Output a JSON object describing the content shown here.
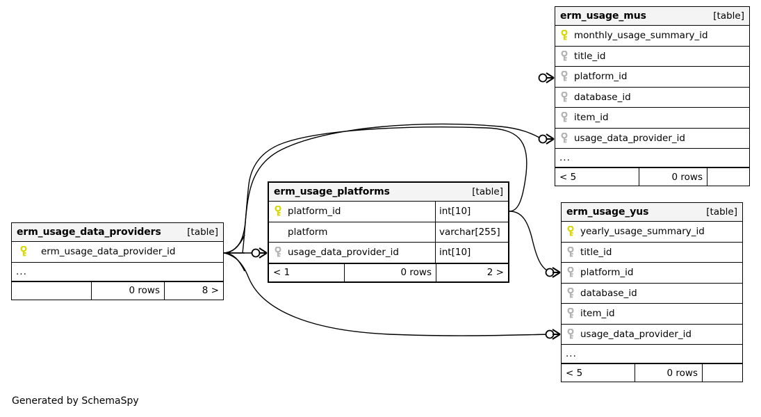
{
  "diagram": {
    "credit": "Generated by SchemaSpy",
    "table_type_label": "[table]",
    "ellipsis": "...",
    "colors": {
      "primary_key": "#e8e800",
      "foreign_key": "#b3b3b3",
      "header_bg": "#f4f4f4",
      "border": "#000000",
      "background": "#ffffff"
    }
  },
  "tables": [
    {
      "name": "erm_usage_mus",
      "type": "[table]",
      "columns": [
        {
          "name": "monthly_usage_summary_id",
          "key": "primary",
          "type": ""
        },
        {
          "name": "title_id",
          "key": "foreign",
          "type": ""
        },
        {
          "name": "platform_id",
          "key": "foreign",
          "type": ""
        },
        {
          "name": "database_id",
          "key": "foreign",
          "type": ""
        },
        {
          "name": "item_id",
          "key": "foreign",
          "type": ""
        },
        {
          "name": "usage_data_provider_id",
          "key": "foreign",
          "type": ""
        }
      ],
      "more_indicator": "...",
      "footer": {
        "left": "< 5",
        "middle": "0 rows",
        "right": ""
      }
    },
    {
      "name": "erm_usage_yus",
      "type": "[table]",
      "columns": [
        {
          "name": "yearly_usage_summary_id",
          "key": "primary",
          "type": ""
        },
        {
          "name": "title_id",
          "key": "foreign",
          "type": ""
        },
        {
          "name": "platform_id",
          "key": "foreign",
          "type": ""
        },
        {
          "name": "database_id",
          "key": "foreign",
          "type": ""
        },
        {
          "name": "item_id",
          "key": "foreign",
          "type": ""
        },
        {
          "name": "usage_data_provider_id",
          "key": "foreign",
          "type": ""
        }
      ],
      "more_indicator": "...",
      "footer": {
        "left": "< 5",
        "middle": "0 rows",
        "right": ""
      }
    },
    {
      "name": "erm_usage_platforms",
      "type": "[table]",
      "columns": [
        {
          "name": "platform_id",
          "key": "primary",
          "type": "int[10]"
        },
        {
          "name": "platform",
          "key": "none",
          "type": "varchar[255]"
        },
        {
          "name": "usage_data_provider_id",
          "key": "foreign",
          "type": "int[10]"
        }
      ],
      "more_indicator": "",
      "footer": {
        "left": "< 1",
        "middle": "0 rows",
        "right": "2 >"
      }
    },
    {
      "name": "erm_usage_data_providers",
      "type": "[table]",
      "columns": [
        {
          "name": "erm_usage_data_provider_id",
          "key": "primary",
          "type": ""
        }
      ],
      "more_indicator": "...",
      "footer": {
        "left": "",
        "middle": "0 rows",
        "right": "8 >"
      }
    }
  ],
  "relationships": [
    {
      "from": "erm_usage_platforms.platform_id",
      "to": "erm_usage_mus.platform_id"
    },
    {
      "from": "erm_usage_platforms.platform_id",
      "to": "erm_usage_yus.platform_id"
    },
    {
      "from": "erm_usage_data_providers.erm_usage_data_provider_id",
      "to": "erm_usage_platforms.usage_data_provider_id"
    },
    {
      "from": "erm_usage_data_providers.erm_usage_data_provider_id",
      "to": "erm_usage_mus.usage_data_provider_id"
    },
    {
      "from": "erm_usage_data_providers.erm_usage_data_provider_id",
      "to": "erm_usage_yus.usage_data_provider_id"
    }
  ]
}
